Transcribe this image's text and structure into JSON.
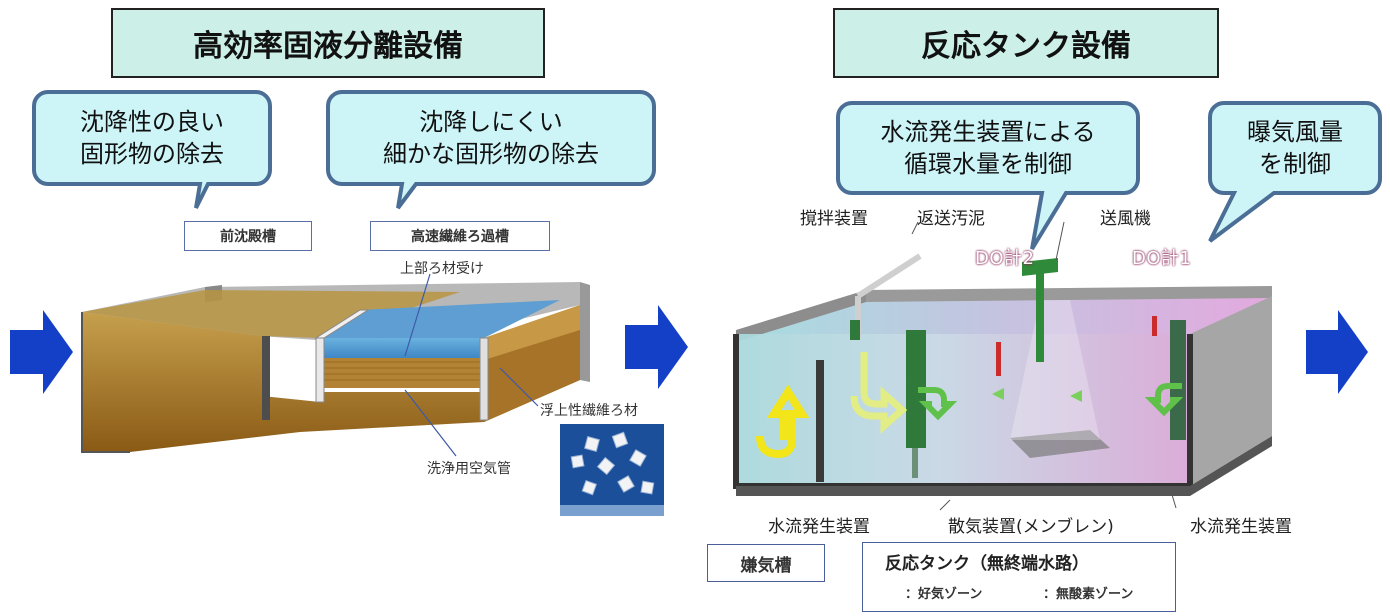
{
  "left": {
    "title": "高効率固液分離設備",
    "callout1": [
      "沈降性の良い",
      "固形物の除去"
    ],
    "callout2": [
      "沈降しにくい",
      "細かな固形物の除去"
    ],
    "tank_label1": "前沈殿槽",
    "tank_label2": "高速繊維ろ過槽",
    "labels": {
      "upper_media": "上部ろ材受け",
      "floating_media": "浮上性繊維ろ材",
      "wash_pipe": "洗浄用空気管"
    }
  },
  "right": {
    "title": "反応タンク設備",
    "callout1": [
      "水流発生装置による",
      "循環水量を制御"
    ],
    "callout2": [
      "曝気風量",
      "を制御"
    ],
    "labels": {
      "stirrer": "撹拌装置",
      "return_sludge": "返送汚泥",
      "blower": "送風機",
      "do2": "DO計2",
      "do1": "DO計1",
      "flow_gen_left": "水流発生装置",
      "diffuser": "散気装置(メンブレン)",
      "flow_gen_right": "水流発生装置"
    },
    "anaerobic": "嫌気槽",
    "legend": {
      "title": "反応タンク（無終端水路）",
      "aerobic": "：好気ゾーン",
      "anoxic": "：無酸素ゾーン",
      "aerobic_color": "#e58fc0",
      "anoxic_color": "#33b5e5"
    }
  },
  "colors": {
    "arrow": "#1440c8",
    "title_bg": "#ccf0e8",
    "callout_bg": "#cdf4f7",
    "callout_border": "#4b6e96"
  }
}
